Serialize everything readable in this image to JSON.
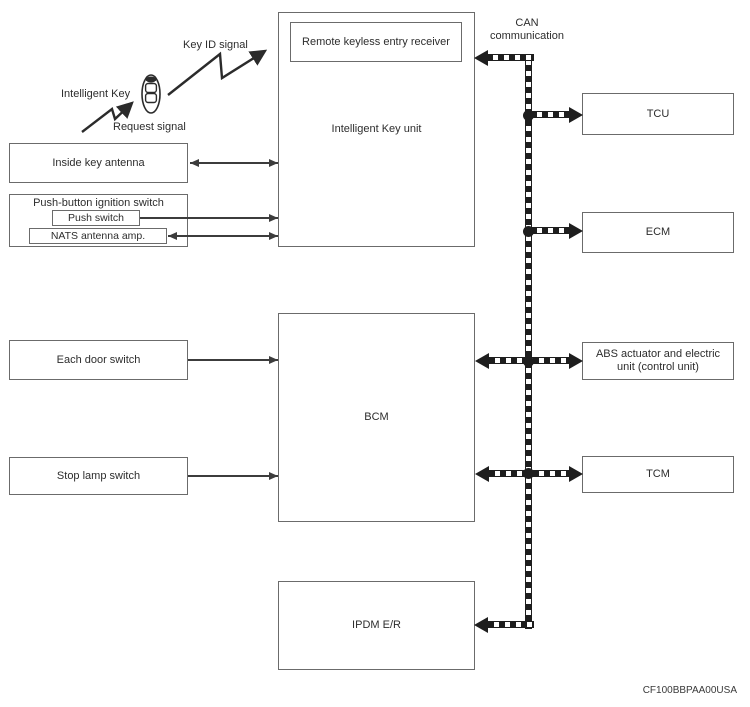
{
  "figure_code": "CF100BBPAA00USA",
  "annotations": {
    "key_id_signal": "Key ID signal",
    "intelligent_key": "Intelligent Key",
    "request_signal": "Request signal",
    "can_label_line1": "CAN",
    "can_label_line2": "communication"
  },
  "boxes": {
    "remote_keyless_receiver": "Remote keyless entry receiver",
    "intelligent_key_unit": "Intelligent Key unit",
    "inside_key_antenna": "Inside key antenna",
    "push_button_ignition_switch": "Push-button ignition switch",
    "push_switch": "Push switch",
    "nats_antenna_amp": "NATS antenna amp.",
    "each_door_switch": "Each door switch",
    "stop_lamp_switch": "Stop lamp switch",
    "bcm": "BCM",
    "ipdm": "IPDM E/R",
    "tcu": "TCU",
    "ecm": "ECM",
    "abs_line1": "ABS actuator and electric",
    "abs_line2": "unit (control unit)",
    "tcm": "TCM"
  },
  "icons": {
    "key_fob": "intelligent-key-fob-icon"
  },
  "colors": {
    "background": "#ffffff",
    "text": "#2d2d2d",
    "box_border": "#6b6b6b",
    "signal_line": "#3c3c3c",
    "can_line": "#1e1e1e"
  }
}
